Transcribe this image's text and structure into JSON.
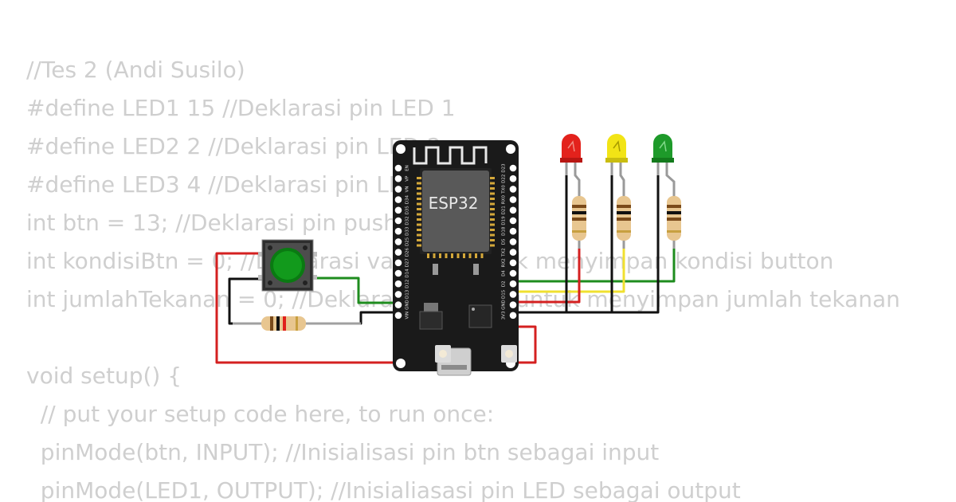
{
  "code": {
    "lines": [
      "//Tes 2 (Andi Susilo)",
      "#define LED1 15 //Deklarasi pin LED 1",
      "#define LED2 2 //Deklarasi pin LED 2",
      "#define LED3 4 //Deklarasi pin LED 3",
      "int btn = 13; //Deklarasi pin push button",
      "int kondisiBtn = 0; //Deklarasi variabel untuk menyimpan kondisi button",
      "int jumlahTekanan = 0; //Deklarasi variabel untuk menyimpan jumlah tekanan",
      "",
      "void setup() {",
      "  // put your setup code here, to run once:",
      "  pinMode(btn, INPUT); //Inisialisasi pin btn sebagai input",
      "  pinMode(LED1, OUTPUT); //Inisialiasasi pin LED sebagai output"
    ]
  },
  "board": {
    "label": "ESP32",
    "left_pins": [
      "EN",
      "VP",
      "VN",
      "D34",
      "D35",
      "D32",
      "D33",
      "D25",
      "D26",
      "D27",
      "D14",
      "D12",
      "D13",
      "GND",
      "VIN"
    ],
    "right_pins": [
      "D23",
      "D22",
      "TX0",
      "RX0",
      "D21",
      "D19",
      "D18",
      "D5",
      "TX2",
      "RX2",
      "D4",
      "D2",
      "D15",
      "GND",
      "3V3"
    ]
  },
  "leds": [
    {
      "color": "red",
      "hex": "#e3221c"
    },
    {
      "color": "yellow",
      "hex": "#f2e416"
    },
    {
      "color": "green",
      "hex": "#1e9a2a"
    }
  ],
  "wire_colors": {
    "red": "#d42020",
    "green": "#1e8c1e",
    "yellow": "#f0e030",
    "black": "#111111"
  }
}
